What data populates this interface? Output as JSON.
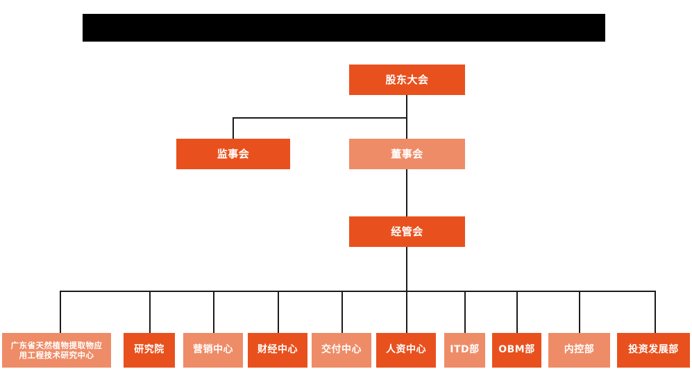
{
  "header": {
    "redaction_bar": "",
    "redaction_color": "#000000"
  },
  "theme": {
    "accent_dark": "#e8511e",
    "accent_light": "#ee8c68",
    "line_color": "#1a1a1a",
    "text_color": "#ffffff",
    "background": "#ffffff"
  },
  "chart_data": {
    "type": "diagram",
    "title": "",
    "levels": [
      {
        "name": "level-1",
        "nodes": [
          {
            "id": "shareholders",
            "label": "股东大会",
            "tone": "dark"
          }
        ]
      },
      {
        "name": "level-2",
        "nodes": [
          {
            "id": "supervisors",
            "label": "监事会",
            "tone": "dark"
          },
          {
            "id": "directors",
            "label": "董事会",
            "tone": "light"
          }
        ]
      },
      {
        "name": "level-3",
        "nodes": [
          {
            "id": "management",
            "label": "经管会",
            "tone": "dark"
          }
        ]
      },
      {
        "name": "level-4",
        "nodes": [
          {
            "id": "research-center",
            "label": "广东省天然植物提取物应\n用工程技术研究中心",
            "tone": "light"
          },
          {
            "id": "institute",
            "label": "研究院",
            "tone": "dark"
          },
          {
            "id": "marketing-center",
            "label": "营销中心",
            "tone": "light"
          },
          {
            "id": "finance-center",
            "label": "财经中心",
            "tone": "dark"
          },
          {
            "id": "delivery-center",
            "label": "交付中心",
            "tone": "light"
          },
          {
            "id": "hr-center",
            "label": "人资中心",
            "tone": "dark"
          },
          {
            "id": "itd-dept",
            "label": "ITD部",
            "tone": "light"
          },
          {
            "id": "obm-dept",
            "label": "OBM部",
            "tone": "dark"
          },
          {
            "id": "internal-control-dept",
            "label": "内控部",
            "tone": "light"
          },
          {
            "id": "investment-development-dept",
            "label": "投资发展部",
            "tone": "dark"
          }
        ]
      }
    ],
    "edges": [
      {
        "from": "shareholders",
        "to": "supervisors"
      },
      {
        "from": "shareholders",
        "to": "directors"
      },
      {
        "from": "directors",
        "to": "management"
      },
      {
        "from": "management",
        "to": "research-center"
      },
      {
        "from": "management",
        "to": "institute"
      },
      {
        "from": "management",
        "to": "marketing-center"
      },
      {
        "from": "management",
        "to": "finance-center"
      },
      {
        "from": "management",
        "to": "delivery-center"
      },
      {
        "from": "management",
        "to": "hr-center"
      },
      {
        "from": "management",
        "to": "itd-dept"
      },
      {
        "from": "management",
        "to": "obm-dept"
      },
      {
        "from": "management",
        "to": "internal-control-dept"
      },
      {
        "from": "management",
        "to": "investment-development-dept"
      }
    ]
  }
}
